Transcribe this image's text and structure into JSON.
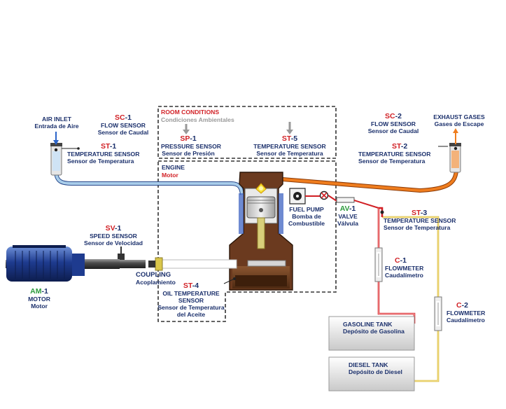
{
  "room": {
    "title": "ROOM CONDITIONS",
    "subtitle": "Condiciones Ambientales"
  },
  "engine_box": {
    "title": "ENGINE",
    "subtitle": "Motor"
  },
  "air_inlet": {
    "line1": "AIR INLET",
    "line2": "Entrada de Aire"
  },
  "exhaust": {
    "line1": "EXHAUST GASES",
    "line2": "Gases de Escape"
  },
  "sc1": {
    "id_letter": "SC",
    "id_rest": "-1",
    "name": "FLOW SENSOR",
    "sub": "Sensor de Caudal"
  },
  "st1": {
    "id_letter": "ST",
    "id_rest": "-1",
    "name": "TEMPERATURE SENSOR",
    "sub": "Sensor de Temperatura"
  },
  "sp1": {
    "id_letter": "SP",
    "id_rest": "-1",
    "name": "PRESSURE SENSOR",
    "sub": "Sensor de Presión"
  },
  "st5": {
    "id_letter": "ST",
    "id_rest": "-5",
    "name": "TEMPERATURE SENSOR",
    "sub": "Sensor de Temperatura"
  },
  "sc2": {
    "id_letter": "SC",
    "id_rest": "-2",
    "name": "FLOW SENSOR",
    "sub": "Sensor de Caudal"
  },
  "st2": {
    "id_letter": "ST",
    "id_rest": "-2",
    "name": "TEMPERATURE SENSOR",
    "sub": "Sensor de Temperatura"
  },
  "fuel_pump": {
    "line1": "FUEL PUMP",
    "line2": "Bomba de",
    "line3": "Combustible"
  },
  "av1": {
    "id_letter": "AV",
    "id_rest": "-1",
    "name": "VALVE",
    "sub": "Válvula"
  },
  "st3": {
    "id_letter": "ST",
    "id_rest": "-3",
    "name": "TEMPERATURE SENSOR",
    "sub": "Sensor de Temperatura"
  },
  "sv1": {
    "id_letter": "SV",
    "id_rest": "-1",
    "name": "SPEED SENSOR",
    "sub": "Sensor de Velocidad"
  },
  "c1": {
    "id_letter": "C",
    "id_rest": "-1",
    "name": "FLOWMETER",
    "sub": "Caudalímetro"
  },
  "c2": {
    "id_letter": "C",
    "id_rest": "-2",
    "name": "FLOWMETER",
    "sub": "Caudalímetro"
  },
  "coupling": {
    "line1": "COUPLING",
    "line2": "Acoplamiento"
  },
  "st4": {
    "id_letter": "ST",
    "id_rest": "-4",
    "line1": "OIL TEMPERATURE",
    "line2": "SENSOR",
    "line3": "Sensor de Temperatura",
    "line4": "del Aceite"
  },
  "am1": {
    "id_letter": "AM",
    "id_rest": "-1",
    "name": "MOTOR",
    "sub": "Motor"
  },
  "gasoline_tank": {
    "line1": "GASOLINE TANK",
    "line2": "Depósito de Gasolina"
  },
  "diesel_tank": {
    "line1": "DIESEL TANK",
    "line2": "Depósito de Diesel"
  },
  "colors": {
    "navy": "#1a2f6b",
    "id_red": "#d11f24",
    "id_green": "#2a9a3a",
    "intake_blue": "#a9cdea",
    "exhaust_orange": "#ef7d1e",
    "fuel_red": "#d11f24",
    "diesel_yellow": "#e3c23a",
    "oil_brown": "#6b3a1f"
  }
}
